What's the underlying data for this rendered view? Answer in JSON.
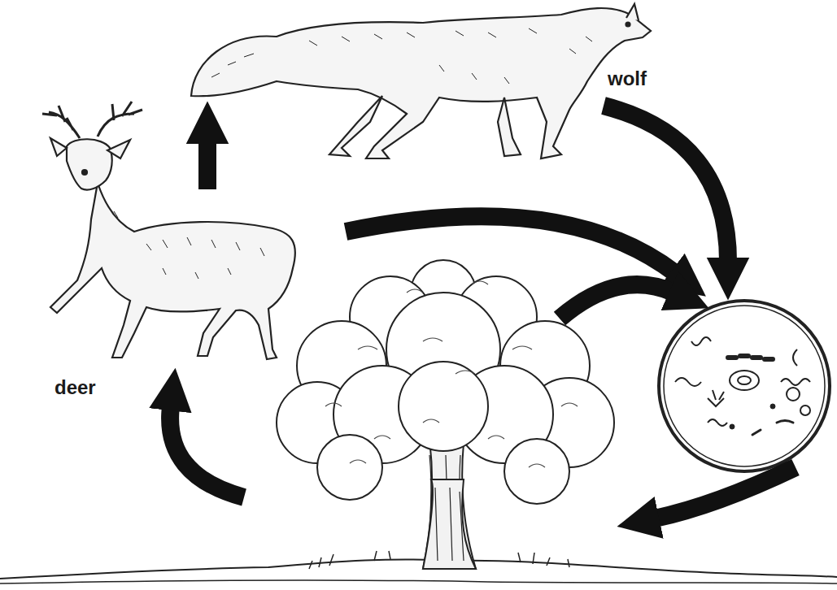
{
  "diagram": {
    "nodes": [
      {
        "text": [
          "wolf"
        ]
      },
      {
        "text": [
          "deer"
        ]
      }
    ],
    "edges": [
      {
        "from": 1,
        "to": 0,
        "arrow": "to"
      }
    ]
  }
}
